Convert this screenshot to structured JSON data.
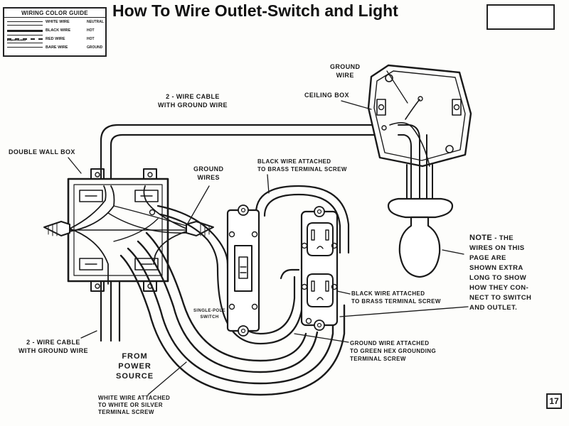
{
  "title": "How To Wire Outlet-Switch and Light",
  "legend": {
    "title": "WIRING COLOR GUIDE",
    "rows": [
      {
        "name": "WHITE WIRE",
        "abbr": "NEUTRAL"
      },
      {
        "name": "BLACK WIRE",
        "abbr": "HOT"
      },
      {
        "name": "RED WIRE",
        "abbr": "HOT"
      },
      {
        "name": "BARE WIRE",
        "abbr": "GROUND"
      }
    ],
    "side_label": "ENERGIZED"
  },
  "labels": {
    "ground_wire_top": [
      "GROUND",
      "WIRE"
    ],
    "ceiling_box": "CEILING BOX",
    "cable_top": [
      "2 - WIRE CABLE",
      "WITH GROUND WIRE"
    ],
    "double_wall_box": "DOUBLE WALL BOX",
    "ground_wires": [
      "GROUND",
      "WIRES"
    ],
    "black_wire_brass_top": [
      "BLACK WIRE ATTACHED",
      "TO BRASS TERMINAL SCREW"
    ],
    "single_pole_switch": [
      "SINGLE-POLE",
      "SWITCH"
    ],
    "black_wire_brass_right": [
      "BLACK WIRE ATTACHED",
      "TO BRASS TERMINAL SCREW"
    ],
    "ground_wire_green": [
      "GROUND WIRE ATTACHED",
      "TO GREEN HEX GROUNDING",
      "TERMINAL SCREW"
    ],
    "cable_bottom": [
      "2 - WIRE CABLE",
      "WITH GROUND WIRE"
    ],
    "from_power_source": [
      "FROM",
      "POWER",
      "SOURCE"
    ],
    "white_wire": [
      "WHITE WIRE ATTACHED",
      "TO WHITE OR SILVER",
      "TERMINAL SCREW"
    ]
  },
  "note": {
    "head": "NOTE",
    "lines": [
      "WIRES ON THIS",
      "PAGE ARE",
      "SHOWN EXTRA",
      "LONG TO SHOW",
      "HOW THEY CON-",
      "NECT TO SWITCH",
      "AND OUTLET."
    ]
  },
  "page_number": "17",
  "icons": [
    "switch-icon",
    "outlet-icon",
    "light-bulb-icon"
  ]
}
